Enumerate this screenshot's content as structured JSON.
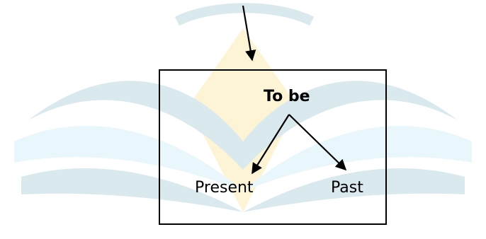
{
  "diagram": {
    "root": "To be",
    "branches": [
      {
        "label": "Present"
      },
      {
        "label": "Past"
      }
    ]
  },
  "watermark": {
    "icon": "open-book-logo-icon",
    "colors": [
      "#1f7a9a",
      "#f2c100",
      "#7ac9e8"
    ]
  }
}
